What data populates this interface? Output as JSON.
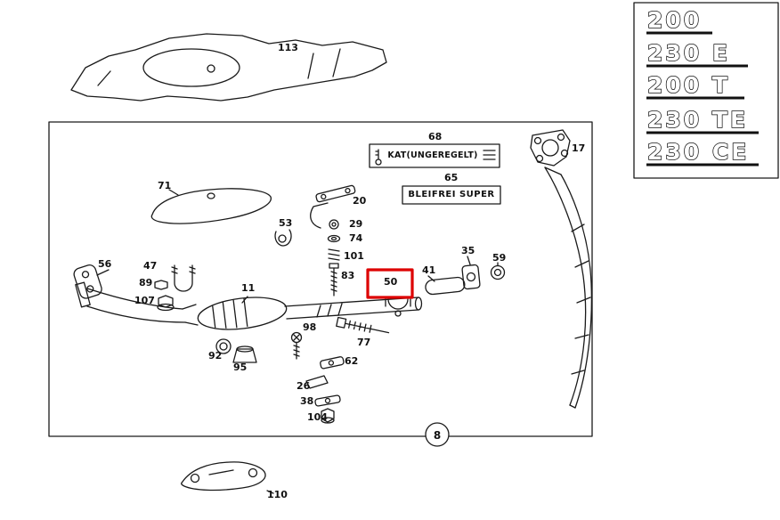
{
  "part_labels": [
    "113",
    "71",
    "56",
    "47",
    "89",
    "107",
    "11",
    "92",
    "95",
    "53",
    "20",
    "29",
    "74",
    "101",
    "83",
    "98",
    "77",
    "62",
    "26",
    "38",
    "104",
    "50",
    "41",
    "35",
    "59",
    "68",
    "65",
    "17",
    "110"
  ],
  "callouts": {
    "kat_box": "KAT(UNGEREGELT)",
    "fuel_box": "BLEIFREI SUPER",
    "circle_number": "8"
  },
  "badges": [
    "200",
    "230 E",
    "200 T",
    "230 TE",
    "230 CE"
  ],
  "colors": {
    "highlight": "#dd0000",
    "line": "#1a1a1a"
  }
}
